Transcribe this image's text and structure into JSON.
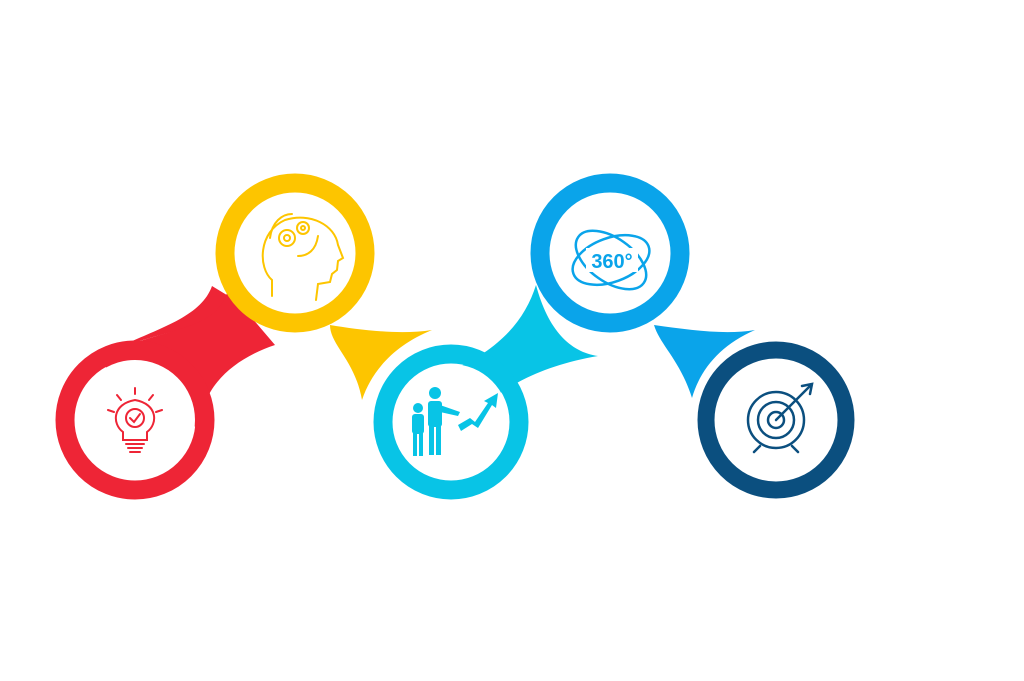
{
  "diagram": {
    "steps": [
      {
        "id": "idea",
        "icon": "lightbulb-check-icon",
        "color": "#ee2536"
      },
      {
        "id": "thinking",
        "icon": "head-gears-icon",
        "color": "#fdc500"
      },
      {
        "id": "growth",
        "icon": "people-growth-arrow-icon",
        "color": "#08c4e6"
      },
      {
        "id": "overview",
        "icon": "360-degree-icon",
        "color": "#0aa4ea",
        "label": "360°"
      },
      {
        "id": "target",
        "icon": "target-arrow-icon",
        "color": "#0b4f7f"
      }
    ],
    "background": "#ffffff"
  }
}
